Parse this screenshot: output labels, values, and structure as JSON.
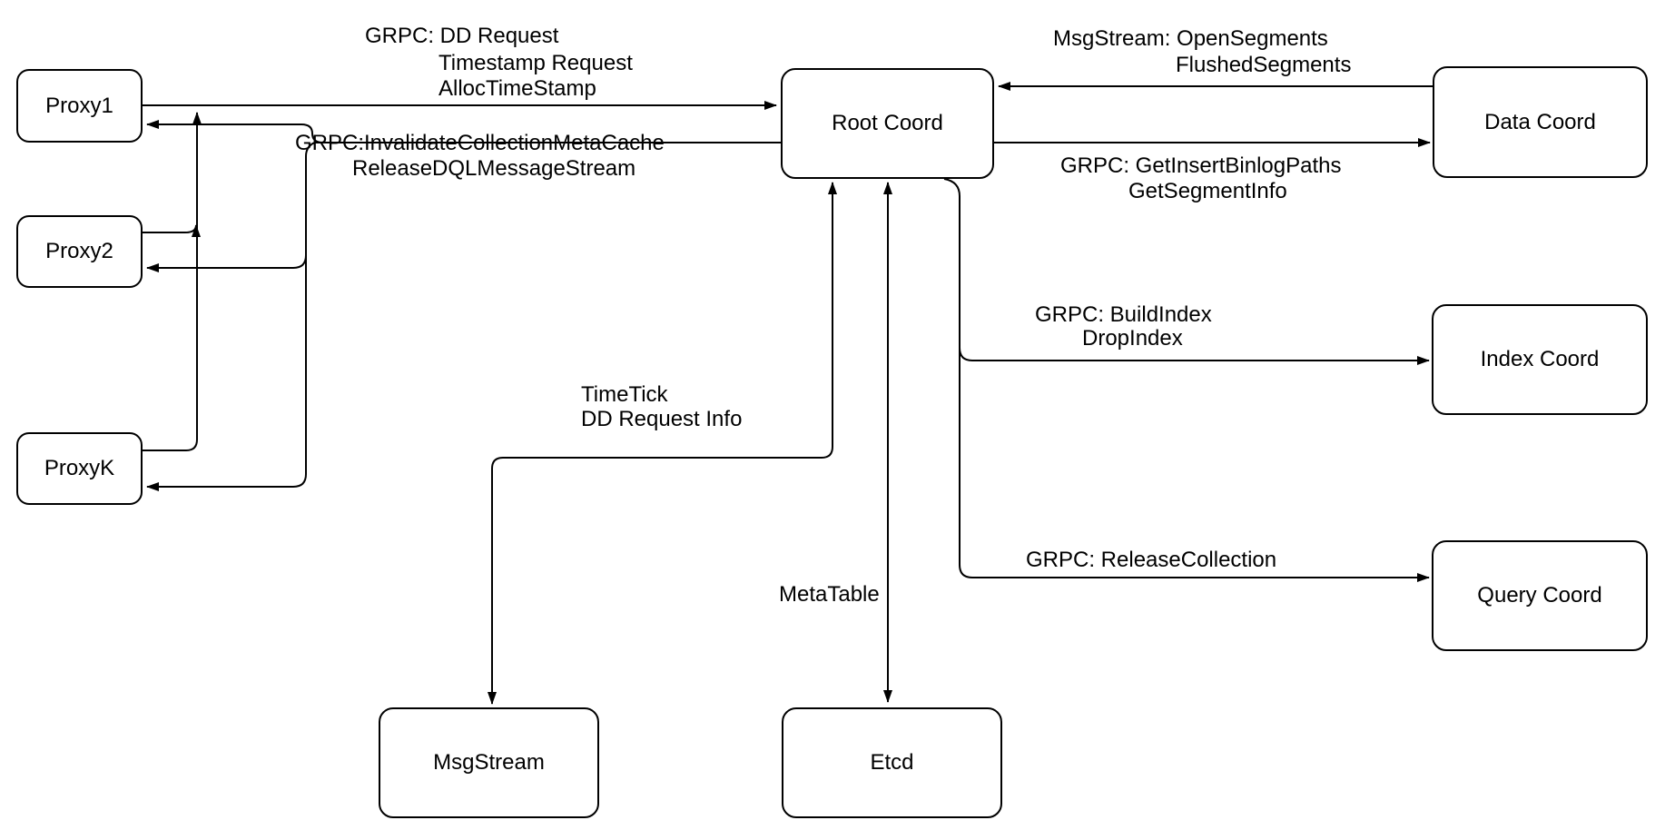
{
  "diagram": {
    "nodes": {
      "proxy1": "Proxy1",
      "proxy2": "Proxy2",
      "proxyk": "ProxyK",
      "root_coord": "Root Coord",
      "data_coord": "Data Coord",
      "index_coord": "Index Coord",
      "query_coord": "Query Coord",
      "msgstream": "MsgStream",
      "etcd": "Etcd"
    },
    "edge_labels": {
      "proxy_to_root": [
        "GRPC: DD Request",
        "Timestamp Request",
        "AllocTimeStamp"
      ],
      "root_to_proxy": [
        "GRPC:InvalidateCollectionMetaCache",
        "ReleaseDQLMessageStream"
      ],
      "data_to_root": [
        "MsgStream: OpenSegments",
        "FlushedSegments"
      ],
      "root_to_data": [
        "GRPC: GetInsertBinlogPaths",
        "GetSegmentInfo"
      ],
      "root_to_index": [
        "GRPC: BuildIndex",
        "DropIndex"
      ],
      "root_to_query": [
        "GRPC: ReleaseCollection"
      ],
      "root_to_msgstream": [
        "TimeTick",
        "DD Request Info"
      ],
      "root_to_etcd": [
        "MetaTable"
      ]
    },
    "colors": {
      "stroke": "#000000",
      "background": "#ffffff",
      "text": "#000000"
    }
  }
}
